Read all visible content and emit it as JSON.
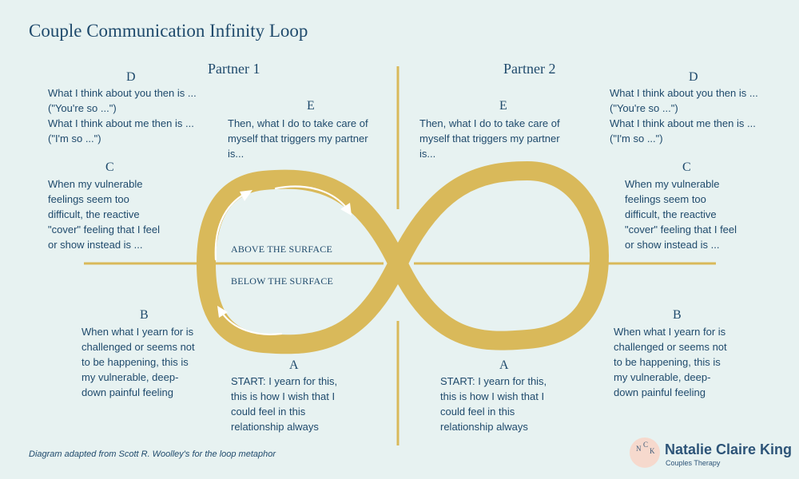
{
  "title": "Couple Communication Infinity Loop",
  "partner1": {
    "heading": "Partner 1",
    "d_letter": "D",
    "d_lines": [
      "What I think about you then is ...",
      "(\"You're so ...\")",
      "What I think about me then is ...",
      "(\"I'm so ...\")"
    ],
    "e_letter": "E",
    "e_lines": [
      "Then, what I do to take care of",
      "myself that triggers my partner",
      "is..."
    ],
    "c_letter": "C",
    "c_lines": [
      "When my vulnerable",
      "feelings seem too",
      "difficult, the reactive",
      "\"cover\" feeling that I feel",
      "or show instead is ..."
    ],
    "b_letter": "B",
    "b_lines": [
      "When what I yearn for is",
      "challenged or seems not",
      "to be happening, this is",
      "my vulnerable, deep-",
      "down painful feeling"
    ],
    "a_letter": "A",
    "a_lines": [
      "START: I yearn for this,",
      "this is how I wish that I",
      "could feel in this",
      "relationship always"
    ]
  },
  "partner2": {
    "heading": "Partner 2",
    "d_letter": "D",
    "d_lines": [
      "What I think about you then is ...",
      "(\"You're so ...\")",
      "What I think about me then is ...",
      "(\"I'm so ...\")"
    ],
    "e_letter": "E",
    "e_lines": [
      "Then, what I do to take care of",
      "myself that triggers my partner",
      "is..."
    ],
    "c_letter": "C",
    "c_lines": [
      "When my vulnerable",
      "feelings seem too",
      "difficult, the reactive",
      "\"cover\" feeling that I feel",
      "or show instead is ..."
    ],
    "b_letter": "B",
    "b_lines": [
      "When what I yearn for is",
      "challenged or seems not",
      "to be happening, this is",
      "my vulnerable, deep-",
      "down painful feeling"
    ],
    "a_letter": "A",
    "a_lines": [
      "START: I yearn for this,",
      "this is how I wish that I",
      "could feel in this",
      "relationship always"
    ]
  },
  "labels": {
    "above": "ABOVE THE SURFACE",
    "below": "BELOW THE SURFACE"
  },
  "credit": "Diagram adapted from Scott R. Woolley's  for the loop metaphor",
  "brand": {
    "name": "Natalie Claire King",
    "subtitle": "Couples Therapy",
    "monogram": [
      "N",
      "C",
      "K"
    ]
  },
  "colors": {
    "background": "#e7f2f1",
    "loop": "#d9b95a",
    "divider": "#d9b95a",
    "text": "#1f4a6c"
  }
}
